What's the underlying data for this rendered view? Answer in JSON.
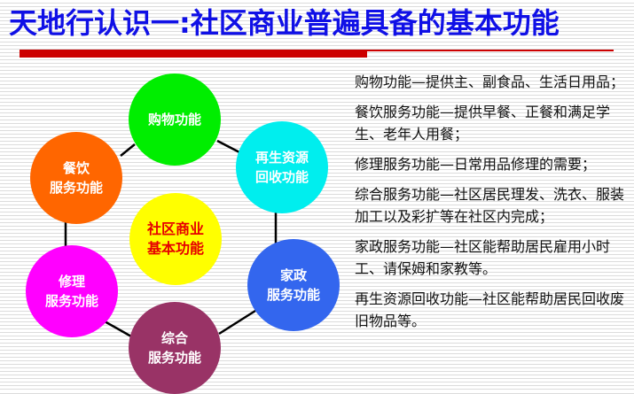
{
  "title": "天地行认识一:社区商业普遍具备的基本功能",
  "colors": {
    "title": "#1010e6",
    "rule": "#cc0000",
    "shopping": "#00ee00",
    "recycling": "#00eeee",
    "household": "#3366ee",
    "general": "#993366",
    "repair": "#ff00ff",
    "catering": "#ff6600",
    "center": "#ffff00"
  },
  "diagram": {
    "center": {
      "line1": "社区商业",
      "line2": "基本功能"
    },
    "nodes": [
      {
        "id": "shopping",
        "line1": "购物功能",
        "line2": ""
      },
      {
        "id": "recycling",
        "line1": "再生资源",
        "line2": "回收功能"
      },
      {
        "id": "household",
        "line1": "家政",
        "line2": "服务功能"
      },
      {
        "id": "general",
        "line1": "综合",
        "line2": "服务功能"
      },
      {
        "id": "repair",
        "line1": "修理",
        "line2": "服务功能"
      },
      {
        "id": "catering",
        "line1": "餐饮",
        "line2": "服务功能"
      }
    ]
  },
  "descriptions": [
    "购物功能—提供主、副食品、生活日用品；",
    "餐饮服务功能—提供早餐、正餐和满足学生、老年人用餐；",
    "修理服务功能—日常用品修理的需要；",
    "综合服务功能—社区居民理发、洗衣、服装加工以及彩扩等在社区内完成；",
    "家政服务功能—社区能帮助居民雇用小时工、请保姆和家教等。",
    "再生资源回收功能—社区能帮助居民回收废旧物品等。"
  ]
}
